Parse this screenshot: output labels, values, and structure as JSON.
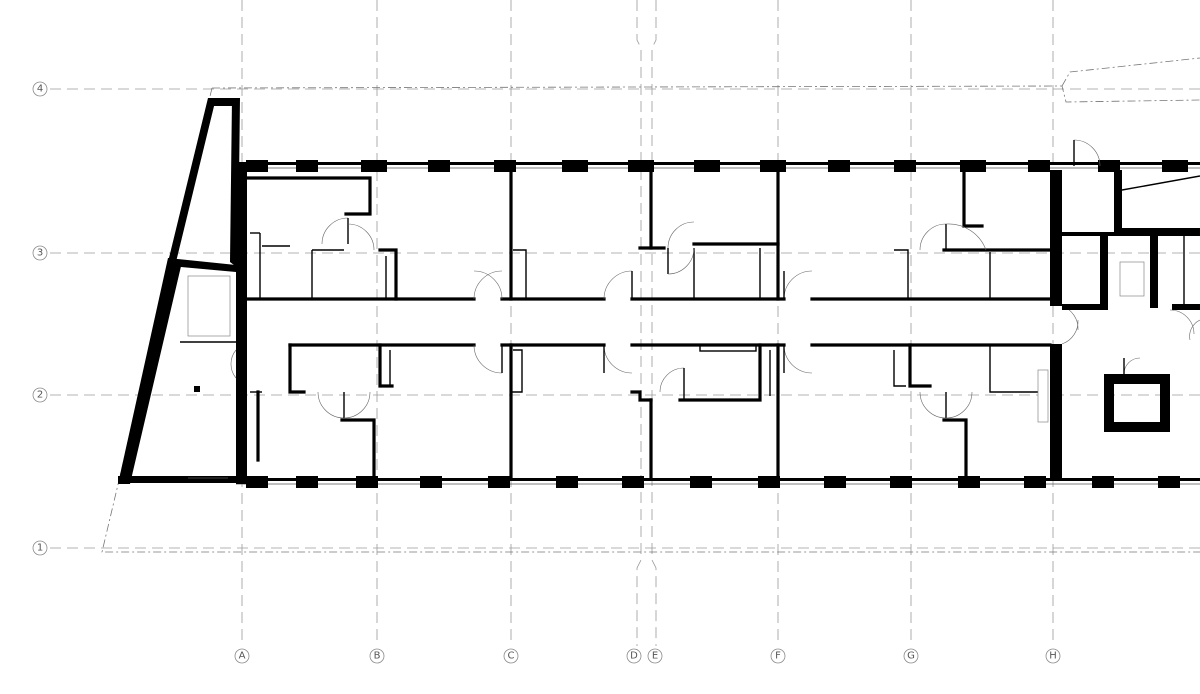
{
  "drawing": {
    "type": "architectural floor plan",
    "grid_columns": [
      "A",
      "B",
      "C",
      "D",
      "E",
      "F",
      "G",
      "H"
    ],
    "grid_rows": [
      "4",
      "3",
      "2",
      "1"
    ]
  }
}
